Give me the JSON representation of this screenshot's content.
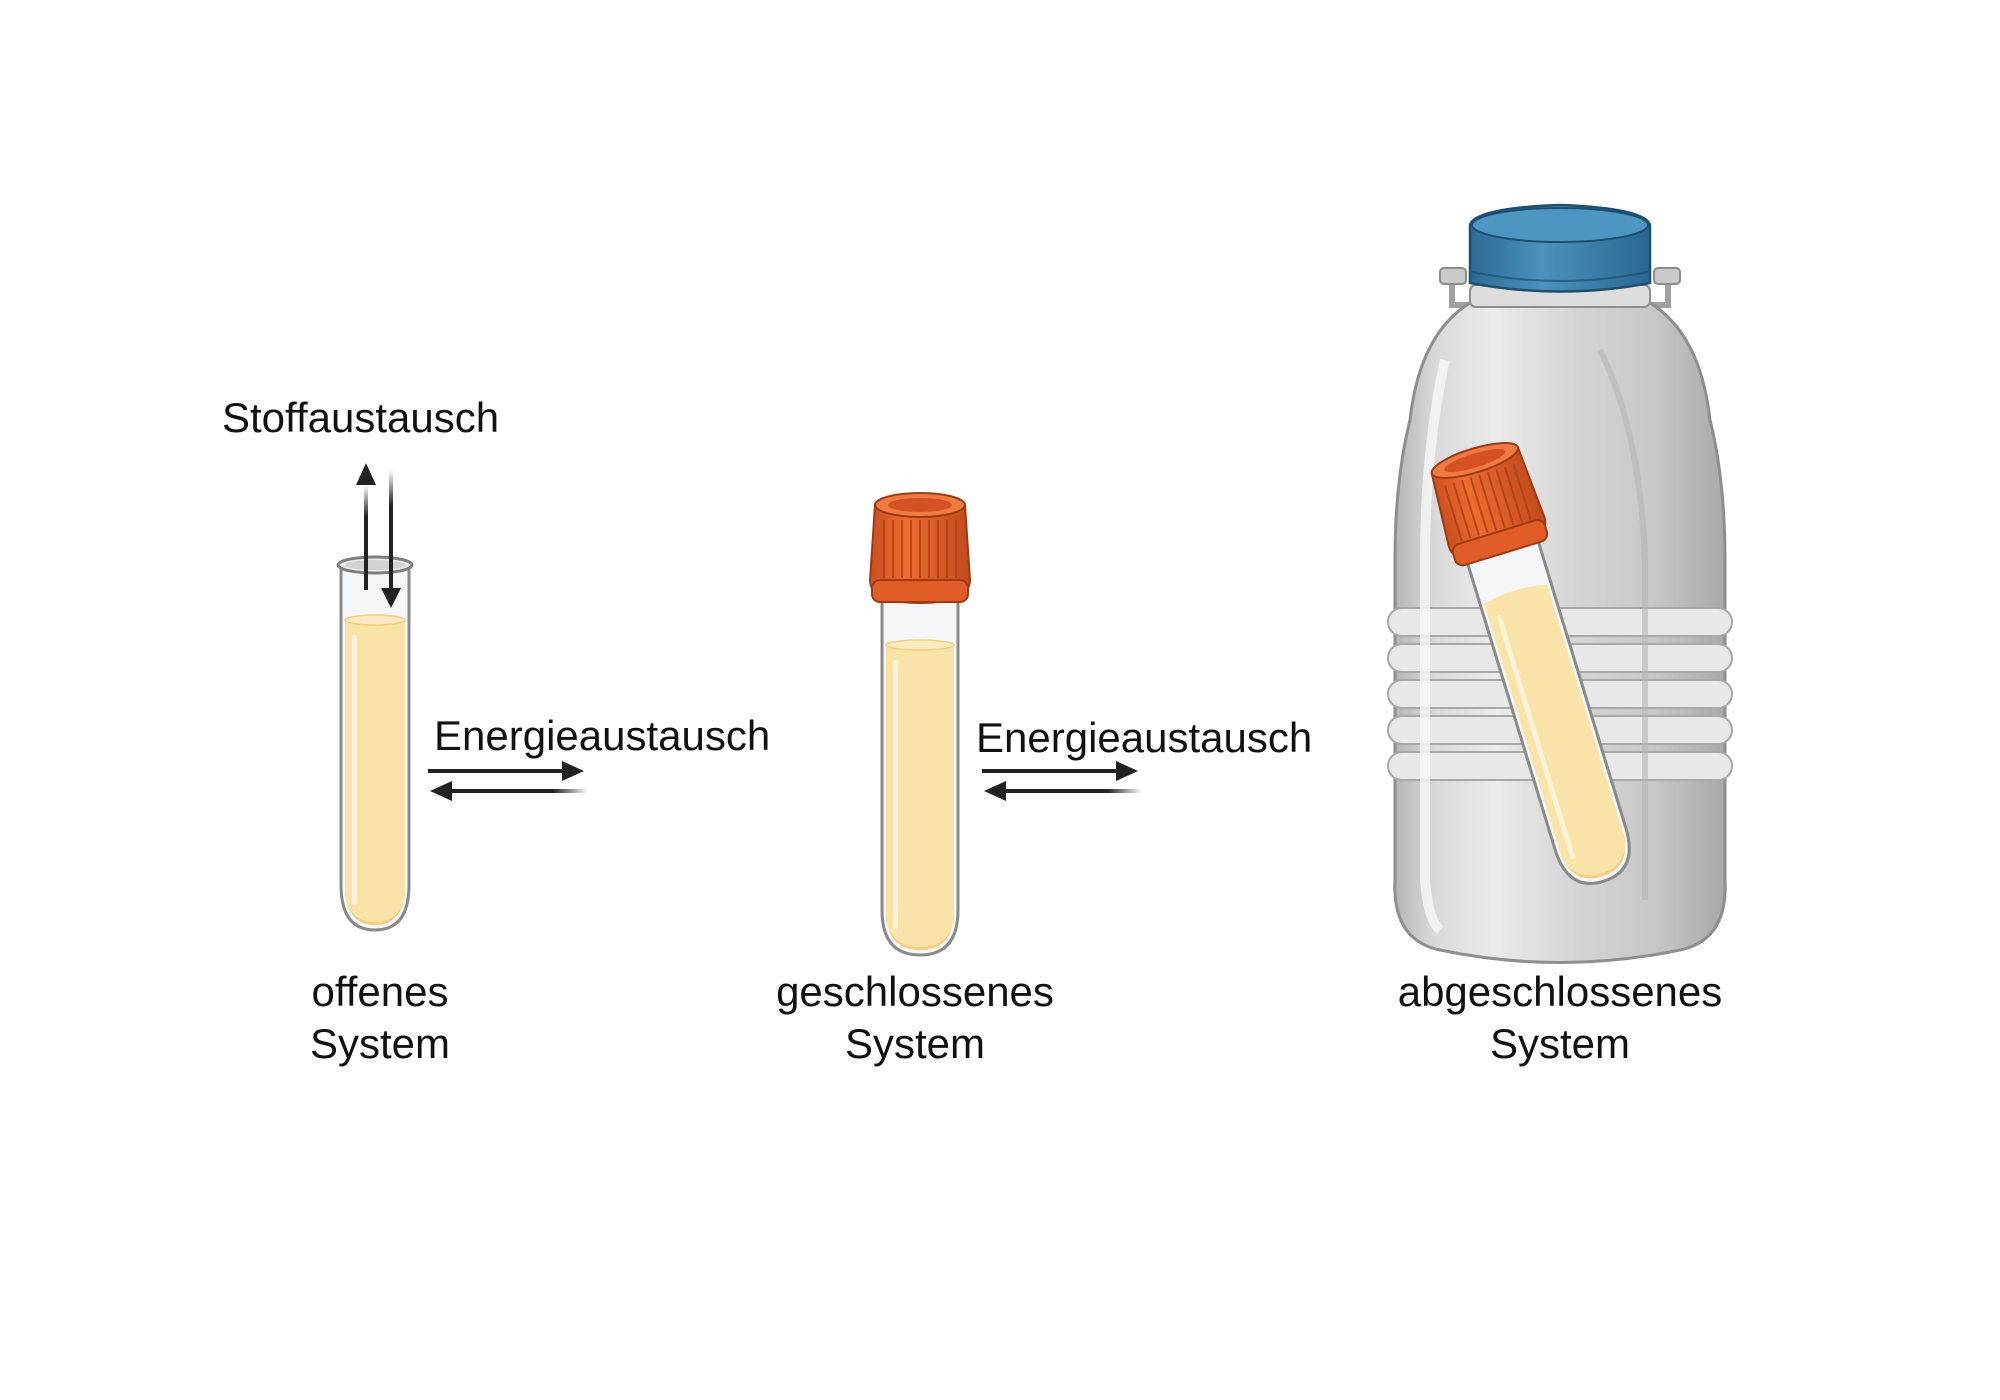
{
  "labels": {
    "matter_exchange": "Stoffaustausch",
    "energy_exchange_1": "Energieaustausch",
    "energy_exchange_2": "Energieaustausch"
  },
  "systems": [
    {
      "line1": "offenes",
      "line2": "System"
    },
    {
      "line1": "geschlossenes",
      "line2": "System"
    },
    {
      "line1": "abgeschlossenes",
      "line2": "System"
    }
  ],
  "colors": {
    "liquid": "#F9E3A8",
    "liquid_shadow": "#F2CE83",
    "cap_orange": "#E8622A",
    "cap_orange_dark": "#B8461A",
    "lid_blue": "#3A7FAA",
    "lid_blue_dark": "#245E82",
    "container_gray": "#D6D6D6",
    "container_light": "#EDEDED",
    "container_dark": "#9E9E9E",
    "arrow": "#222222",
    "glass": "#F4F6F7",
    "glass_outline": "#8A8A8A"
  }
}
